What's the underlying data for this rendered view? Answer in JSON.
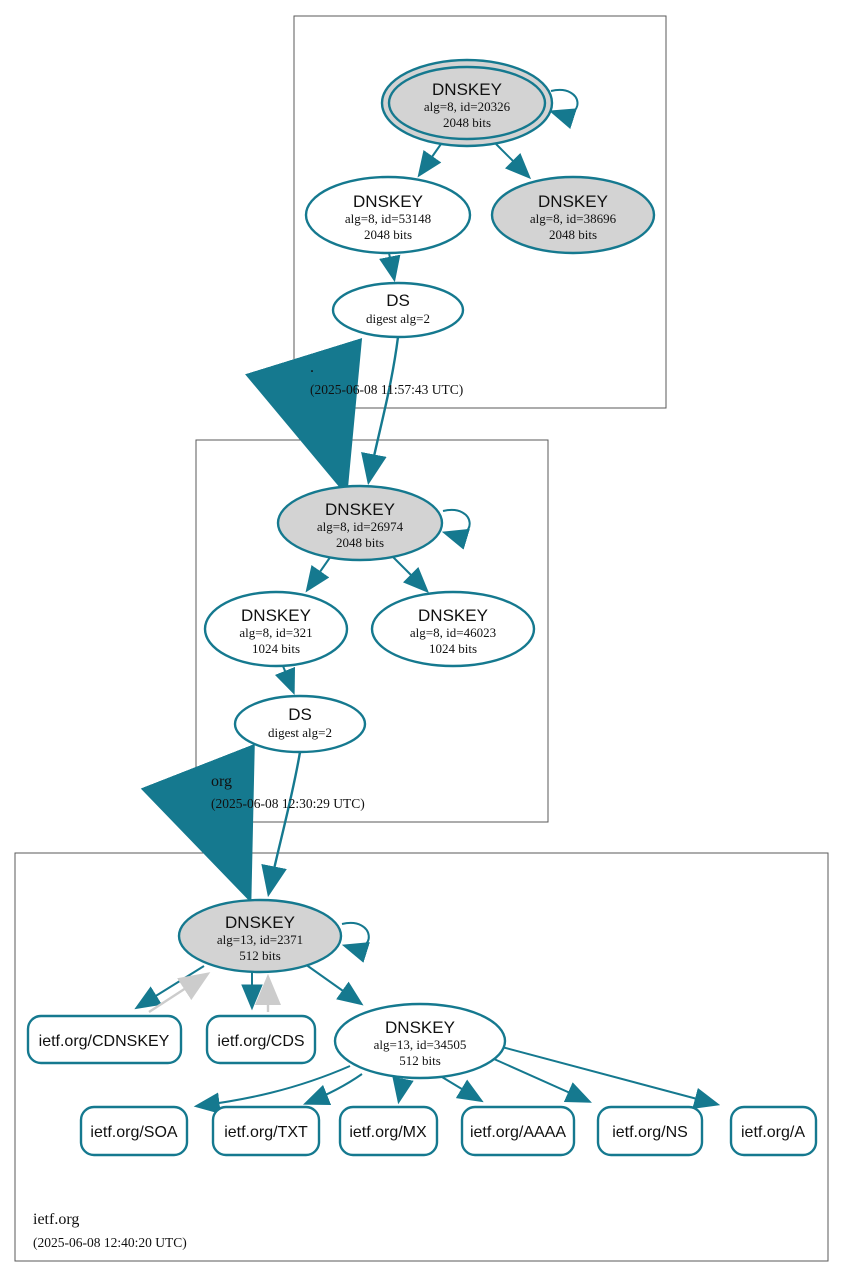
{
  "diagram": {
    "kind": "dnssec-authentication-chain-graph",
    "colors": {
      "edge_secure": "#15798F",
      "node_stroke": "#15798F",
      "sep_key_fill": "#d3d3d3",
      "node_fill": "#ffffff",
      "gray_edge": "#cccccc",
      "zone_box_border": "#5a5a5a"
    },
    "zones": [
      {
        "label": ".",
        "timestamp": "(2025-06-08 11:57:43 UTC)",
        "ksk": {
          "type": "DNSKEY",
          "detail": "alg=8, id=20326",
          "bits": "2048 bits"
        },
        "zsk": {
          "type": "DNSKEY",
          "detail": "alg=8, id=53148",
          "bits": "2048 bits"
        },
        "key2": {
          "type": "DNSKEY",
          "detail": "alg=8, id=38696",
          "bits": "2048 bits"
        },
        "ds": {
          "type": "DS",
          "detail": "digest alg=2"
        }
      },
      {
        "label": "org",
        "timestamp": "(2025-06-08 12:30:29 UTC)",
        "ksk": {
          "type": "DNSKEY",
          "detail": "alg=8, id=26974",
          "bits": "2048 bits"
        },
        "zsk": {
          "type": "DNSKEY",
          "detail": "alg=8, id=321",
          "bits": "1024 bits"
        },
        "key2": {
          "type": "DNSKEY",
          "detail": "alg=8, id=46023",
          "bits": "1024 bits"
        },
        "ds": {
          "type": "DS",
          "detail": "digest alg=2"
        }
      },
      {
        "label": "ietf.org",
        "timestamp": "(2025-06-08 12:40:20 UTC)",
        "ksk": {
          "type": "DNSKEY",
          "detail": "alg=13, id=2371",
          "bits": "512 bits"
        },
        "zsk": {
          "type": "DNSKEY",
          "detail": "alg=13, id=34505",
          "bits": "512 bits"
        },
        "cdnskey": {
          "label": "ietf.org/CDNSKEY"
        },
        "cds": {
          "label": "ietf.org/CDS"
        },
        "records": [
          {
            "label": "ietf.org/SOA"
          },
          {
            "label": "ietf.org/TXT"
          },
          {
            "label": "ietf.org/MX"
          },
          {
            "label": "ietf.org/AAAA"
          },
          {
            "label": "ietf.org/NS"
          },
          {
            "label": "ietf.org/A"
          }
        ]
      }
    ]
  }
}
